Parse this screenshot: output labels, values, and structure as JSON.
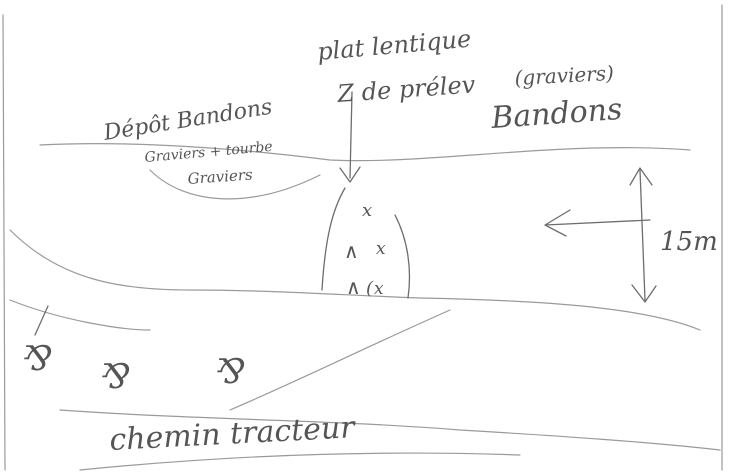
{
  "labels": {
    "plat_lentique": "plat lentique",
    "z_de_prelev": "Z de prélev",
    "graviers_paren": "(graviers)",
    "bandons_right": "Bandons",
    "depot_bandons": "Dépôt Bandons",
    "graviers_tourbe": "Graviers + tourbe",
    "graviers": "Graviers",
    "dimension": "15m",
    "chemin": "chemin tracteur"
  },
  "marks": {
    "cross": "x",
    "caret": "∧",
    "paren": "(",
    "tire_track": "⅋"
  },
  "colors": {
    "pencil": "#9a9a9a",
    "ink": "#6d6d6d",
    "paper": "#ffffff"
  }
}
